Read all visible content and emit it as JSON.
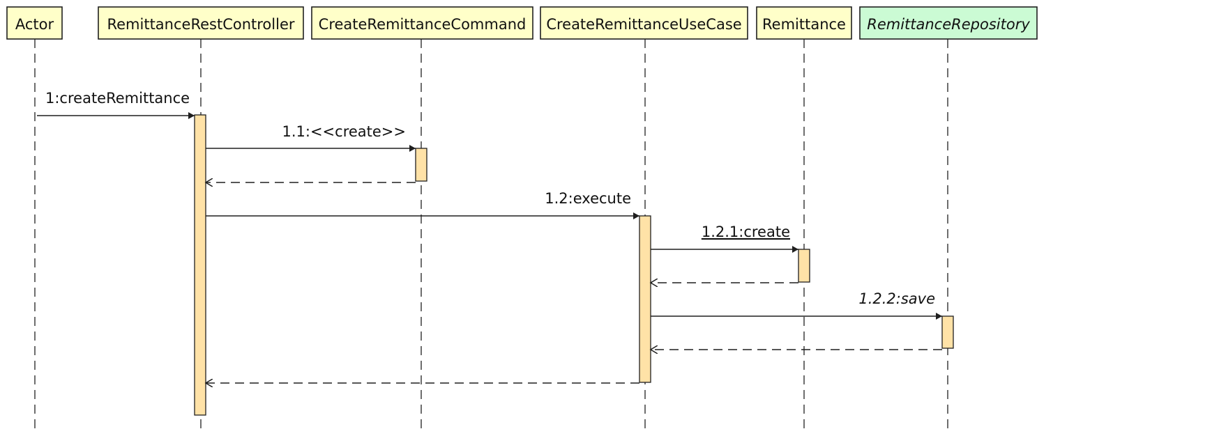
{
  "diagram": {
    "colors": {
      "participant_fill": "#ffffc9",
      "interface_fill": "#cbfbd4",
      "activation_fill": "#ffe2a7",
      "stroke": "#1f1f1f"
    },
    "participants": [
      {
        "id": "actor",
        "label": "Actor",
        "kind": "actor"
      },
      {
        "id": "controller",
        "label": "RemittanceRestController",
        "kind": "class"
      },
      {
        "id": "command",
        "label": "CreateRemittanceCommand",
        "kind": "class"
      },
      {
        "id": "usecase",
        "label": "CreateRemittanceUseCase",
        "kind": "class"
      },
      {
        "id": "remittance",
        "label": "Remittance",
        "kind": "class"
      },
      {
        "id": "repository",
        "label": "RemittanceRepository",
        "kind": "interface",
        "italic": true
      }
    ],
    "messages": [
      {
        "id": "create-remittance",
        "label": "1:createRemittance",
        "from": "actor",
        "to": "controller",
        "type": "call"
      },
      {
        "id": "create-command",
        "label": "1.1:<<create>>",
        "from": "controller",
        "to": "command",
        "type": "call"
      },
      {
        "id": "return-command",
        "label": "",
        "from": "command",
        "to": "controller",
        "type": "return"
      },
      {
        "id": "execute",
        "label": "1.2:execute",
        "from": "controller",
        "to": "usecase",
        "type": "call"
      },
      {
        "id": "create-remittance-object",
        "label": "1.2.1:create",
        "from": "usecase",
        "to": "remittance",
        "type": "call",
        "underline": true
      },
      {
        "id": "return-remittance",
        "label": "",
        "from": "remittance",
        "to": "usecase",
        "type": "return"
      },
      {
        "id": "save",
        "label": "1.2.2:save",
        "from": "usecase",
        "to": "repository",
        "type": "call",
        "italic": true
      },
      {
        "id": "return-save",
        "label": "",
        "from": "repository",
        "to": "usecase",
        "type": "return"
      },
      {
        "id": "return-execute",
        "label": "",
        "from": "usecase",
        "to": "controller",
        "type": "return"
      }
    ],
    "activations": [
      {
        "id": "controller-activation",
        "participant": "controller"
      },
      {
        "id": "command-activation",
        "participant": "command"
      },
      {
        "id": "usecase-activation",
        "participant": "usecase"
      },
      {
        "id": "remittance-activation",
        "participant": "remittance"
      },
      {
        "id": "repository-activation",
        "participant": "repository"
      }
    ]
  }
}
